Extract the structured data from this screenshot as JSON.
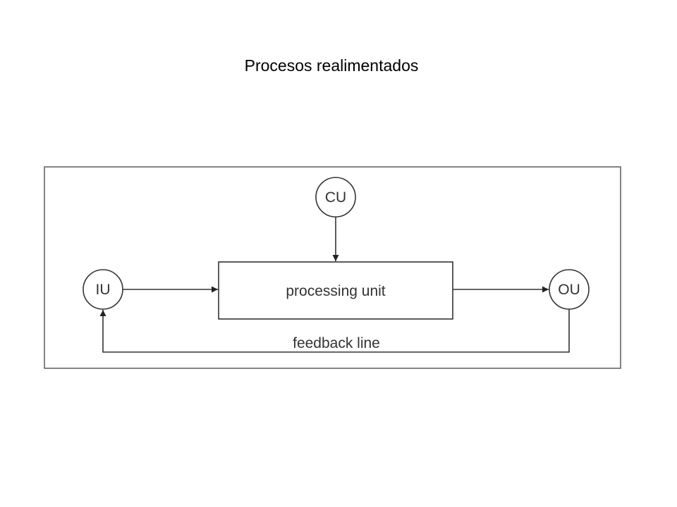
{
  "slide": {
    "title": "Procesos realimentados"
  },
  "diagram": {
    "nodes": {
      "control_unit": "CU",
      "input_unit": "IU",
      "processing_unit": "processing unit",
      "output_unit": "OU"
    },
    "edges": [
      {
        "from": "CU",
        "to": "processing unit"
      },
      {
        "from": "IU",
        "to": "processing unit"
      },
      {
        "from": "processing unit",
        "to": "OU"
      },
      {
        "from": "OU",
        "to": "IU",
        "label": "feedback line"
      }
    ],
    "feedback_label": "feedback line"
  }
}
